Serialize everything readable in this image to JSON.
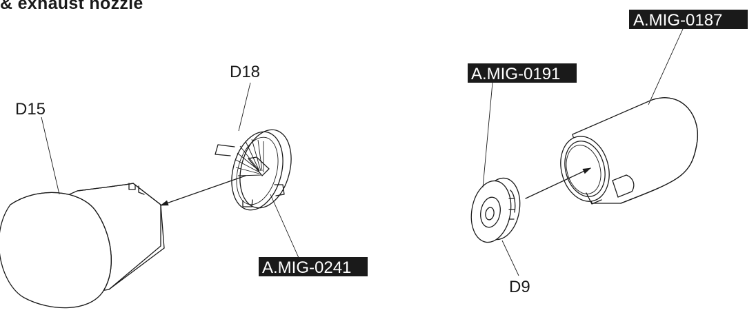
{
  "title": "& exhaust nozzle",
  "parts": {
    "d15": "D15",
    "d18": "D18",
    "d9": "D9"
  },
  "tags": {
    "mig0241": "A.MIG-0241",
    "mig0191": "A.MIG-0191",
    "mig0187": "A.MIG-0187"
  },
  "colors": {
    "ink": "#1a1a1a",
    "tag_text": "#ffffff",
    "background": "#ffffff"
  }
}
